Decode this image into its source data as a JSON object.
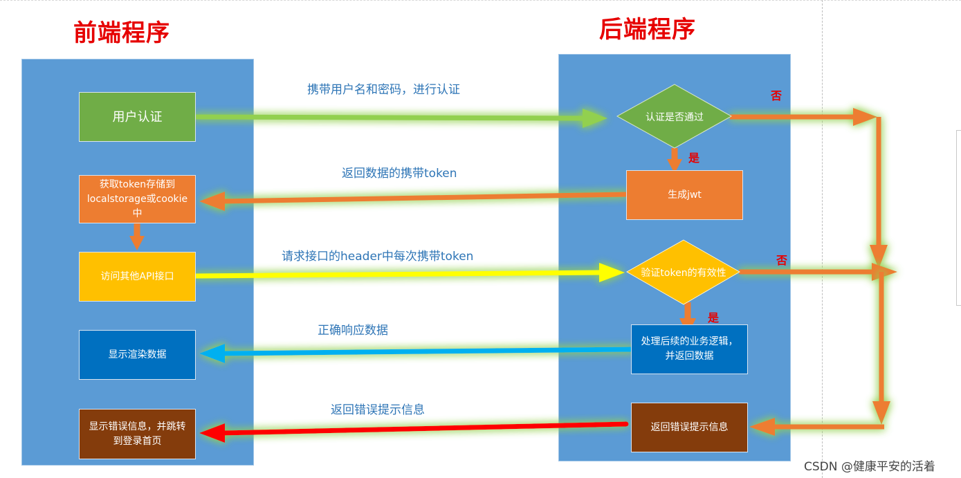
{
  "headings": {
    "frontend": "前端程序",
    "backend": "后端程序"
  },
  "frontend_steps": {
    "user_auth": "用户认证",
    "store_token": [
      "获取token存储到",
      "localstorage或cookie中"
    ],
    "call_api": "访问其他API接口",
    "render_data": "显示渲染数据",
    "show_error": [
      "显示错误信息，并跳转",
      "到登录首页"
    ]
  },
  "backend_steps": {
    "auth_check": "认证是否通过",
    "generate_jwt": "生成jwt",
    "verify_token": "验证token的有效性",
    "handle_logic": [
      "处理后续的业务逻辑，",
      "并返回数据"
    ],
    "return_error": "返回错误提示信息"
  },
  "edge_labels": {
    "send_credentials": "携带用户名和密码，进行认证",
    "return_token": "返回数据的携带token",
    "request_header": "请求接口的header中每次携带token",
    "correct_response": "正确响应数据",
    "return_error_info": "返回错误提示信息"
  },
  "branch_labels": {
    "yes": "是",
    "no": "否"
  },
  "watermark": "CSDN @健康平安的活着",
  "colors": {
    "panel": "#5b9bd5",
    "heading": "#e60000",
    "edge_text": "#2e75b6",
    "green": "#70ad47",
    "orange": "#ed7d31",
    "yellow": "#ffc000",
    "blue": "#0070c0",
    "brown": "#843c0c",
    "arrow_green": "#92d050",
    "arrow_yellow": "#ffff00",
    "arrow_cyan": "#00b0f0",
    "arrow_red": "#ff0000"
  }
}
